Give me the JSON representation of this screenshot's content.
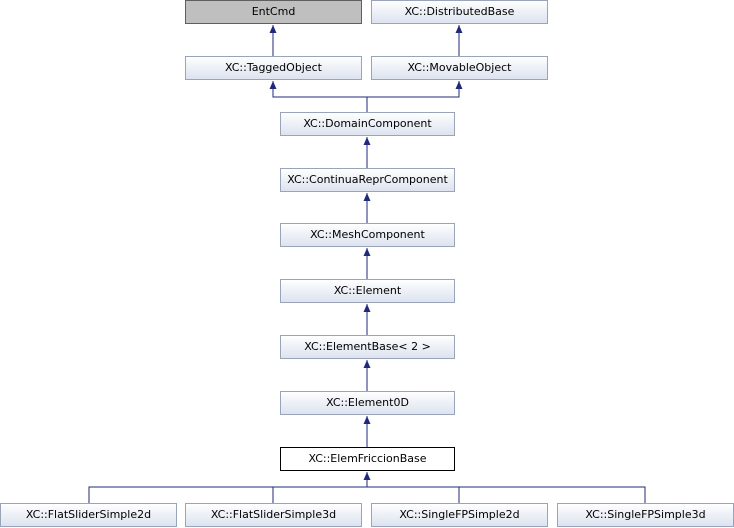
{
  "nodes": {
    "entcmd": "EntCmd",
    "distributed_base": "XC::DistributedBase",
    "tagged_object": "XC::TaggedObject",
    "movable_object": "XC::MovableObject",
    "domain_component": "XC::DomainComponent",
    "continua_repr_component": "XC::ContinuaReprComponent",
    "mesh_component": "XC::MeshComponent",
    "element": "XC::Element",
    "element_base": "XC::ElementBase< 2 >",
    "element0d": "XC::Element0D",
    "elem_friccion_base": "XC::ElemFriccionBase",
    "flat_slider_simple2d": "XC::FlatSliderSimple2d",
    "flat_slider_simple3d": "XC::FlatSliderSimple3d",
    "single_fp_simple2d": "XC::SingleFPSimple2d",
    "single_fp_simple3d": "XC::SingleFPSimple3d"
  },
  "colors": {
    "edge": "#1f2a7a",
    "undocumented_node": "#bfbfbf",
    "current_node_border": "#000000"
  }
}
